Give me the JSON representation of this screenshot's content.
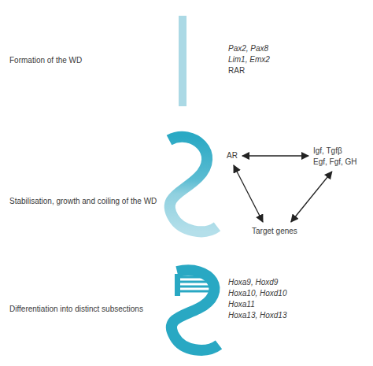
{
  "diagram": {
    "nodes": [
      {
        "text": [
          "AR"
        ]
      },
      {
        "text": [
          "Igf, Tgfβ",
          "Egf, Fgf, GH"
        ]
      },
      {
        "text": [
          "Target genes"
        ]
      }
    ],
    "edges": [
      {
        "from": 0,
        "to": 1,
        "arrow": "both"
      },
      {
        "from": 0,
        "to": 2,
        "arrow": "both"
      },
      {
        "from": 2,
        "to": 1,
        "arrow": "both"
      }
    ],
    "labels": [
      "Formation of the WD",
      "Pax2, Pax8",
      "Lim1, Emx2",
      "RAR",
      "Stabilisation, growth and coiling of the WD",
      "Differentiation into distinct subsections",
      "Hoxa9, Hoxd9",
      "Hoxa10, Hoxd10",
      "Hoxa11",
      "Hoxa13, Hoxd13"
    ]
  }
}
